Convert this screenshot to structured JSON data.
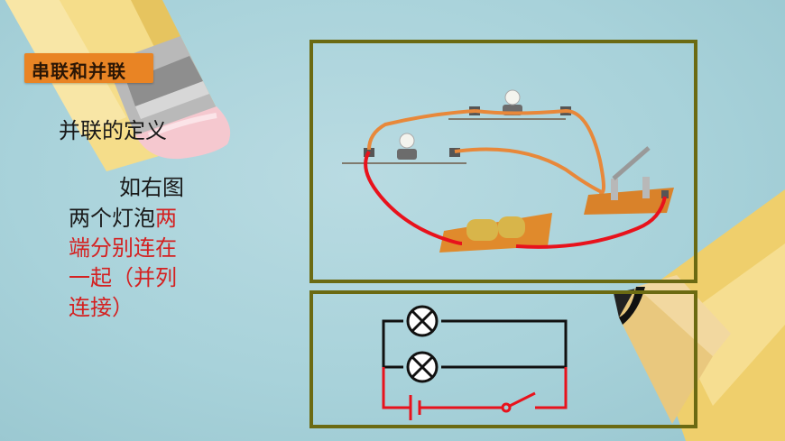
{
  "title": "串联和并联",
  "heading": "并联的定义",
  "body": {
    "line1": "如右图",
    "line2_black": "两个灯泡",
    "line2_red": "两",
    "line3": "端分别连在",
    "line4": "一起（并列",
    "line5": "连接）"
  },
  "colors": {
    "background": "#a8d2da",
    "badge": "#e98424",
    "frame": "#6b6a12",
    "red_text": "#d42121",
    "wire_orange": "#e8883a",
    "wire_red": "#e8121c"
  },
  "icons": [
    "pencil-eraser-icon",
    "pencil-tip-icon",
    "bulb-icon",
    "battery-icon",
    "switch-icon"
  ]
}
